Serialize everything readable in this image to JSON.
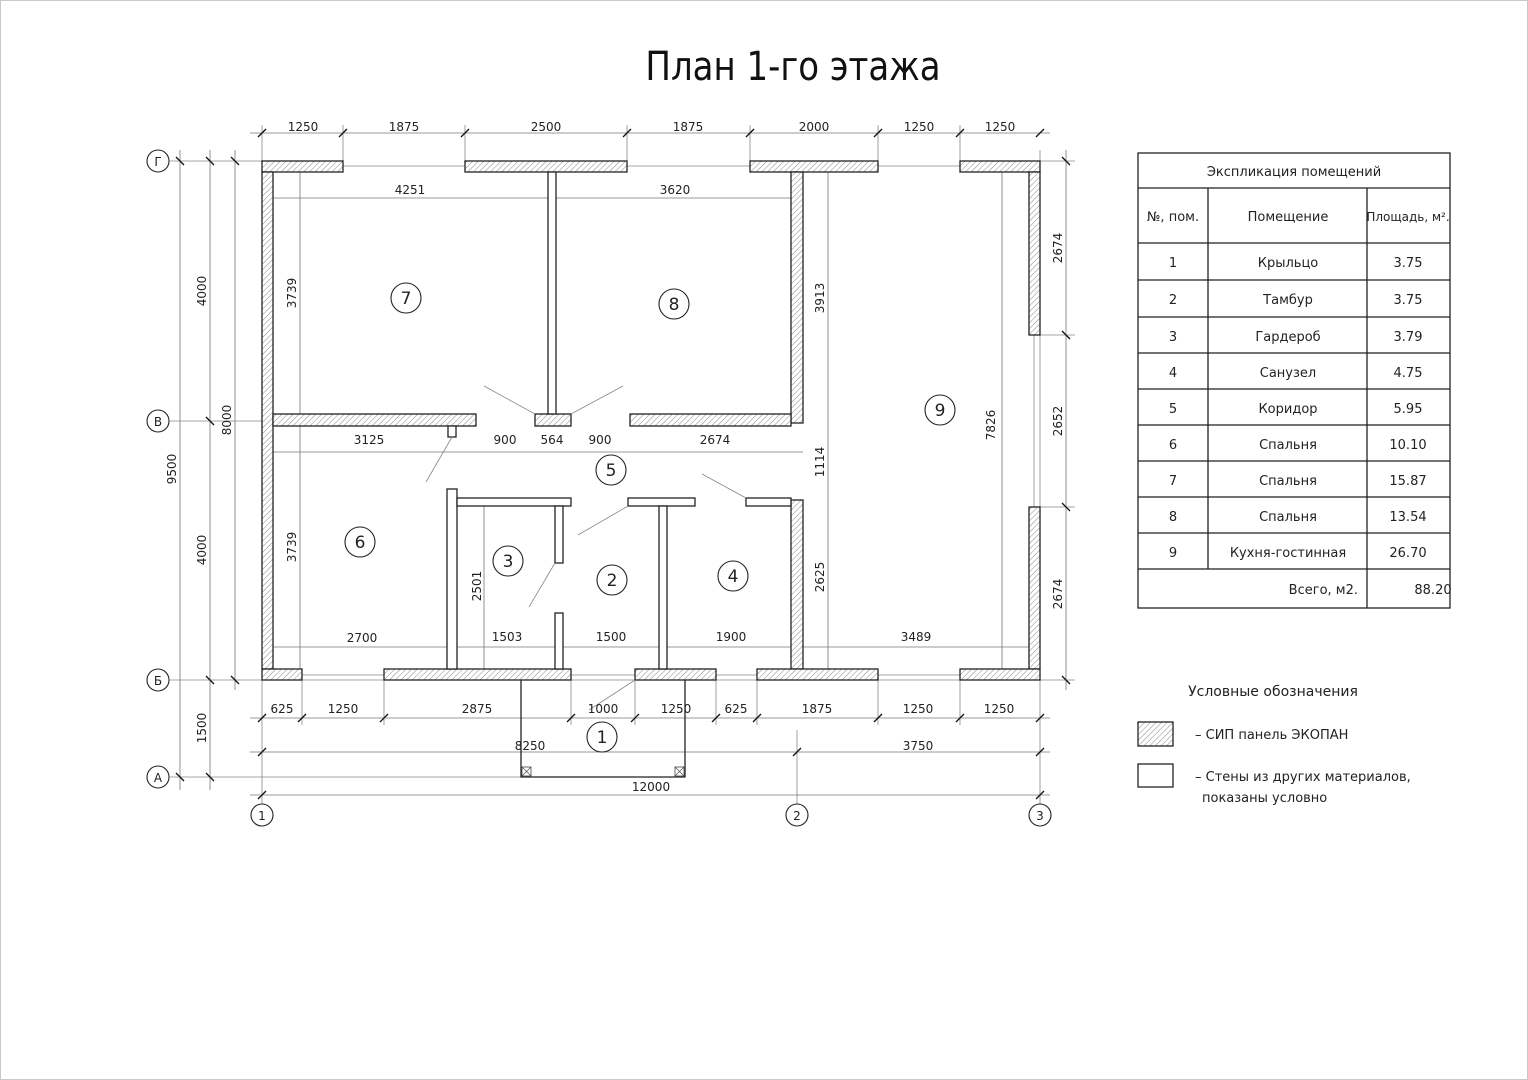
{
  "title": "План 1-го этажа",
  "axes": {
    "rows": [
      "Г",
      "В",
      "Б",
      "А"
    ],
    "cols": [
      "1",
      "2",
      "3"
    ]
  },
  "dimensions": {
    "top": [
      "1250",
      "1875",
      "2500",
      "1875",
      "2000",
      "1250",
      "1250"
    ],
    "bottom": [
      "625",
      "1250",
      "2875",
      "1000",
      "1250",
      "625",
      "1875",
      "1250",
      "1250"
    ],
    "bottom2": [
      "8250",
      "3750"
    ],
    "overall_width": "12000",
    "left_outer": "9500",
    "left_mid": [
      "4000",
      "4000",
      "1500"
    ],
    "left_inner": "8000",
    "right": [
      "2674",
      "2652",
      "2674"
    ],
    "interior": {
      "r7_width": "4251",
      "r8_width": "3620",
      "r7_height": "3739",
      "r8_height": "3913",
      "r9_height": "7826",
      "corr_1": "3125",
      "corr_2": "900",
      "corr_3": "564",
      "corr_4": "900",
      "corr_5": "2674",
      "corr_height": "1114",
      "r6_height": "3739",
      "r3_height": "2501",
      "r4_height": "2625",
      "r6_width": "2700",
      "r3_width": "1503",
      "r2_width": "1500",
      "r4_width": "1900",
      "r9_width": "3489"
    }
  },
  "rooms": [
    "1",
    "2",
    "3",
    "4",
    "5",
    "6",
    "7",
    "8",
    "9"
  ],
  "explication": {
    "title": "Экспликация помещений",
    "headers": [
      "№,  пом.",
      "Помещение",
      "Площадь, м²."
    ],
    "rows": [
      [
        "1",
        "Крыльцо",
        "3.75"
      ],
      [
        "2",
        "Тамбур",
        "3.75"
      ],
      [
        "3",
        "Гардероб",
        "3.79"
      ],
      [
        "4",
        "Санузел",
        "4.75"
      ],
      [
        "5",
        "Коридор",
        "5.95"
      ],
      [
        "6",
        "Спальня",
        "10.10"
      ],
      [
        "7",
        "Спальня",
        "15.87"
      ],
      [
        "8",
        "Спальня",
        "13.54"
      ],
      [
        "9",
        "Кухня-гостинная",
        "26.70"
      ]
    ],
    "total_label": "Всего, м2.",
    "total_value": "88.20"
  },
  "legend": {
    "title": "Условные обозначения",
    "sip": "–  СИП панель ЭКОПАН",
    "other_line1": "–  Стены из других материалов,",
    "other_line2": "показаны условно"
  }
}
